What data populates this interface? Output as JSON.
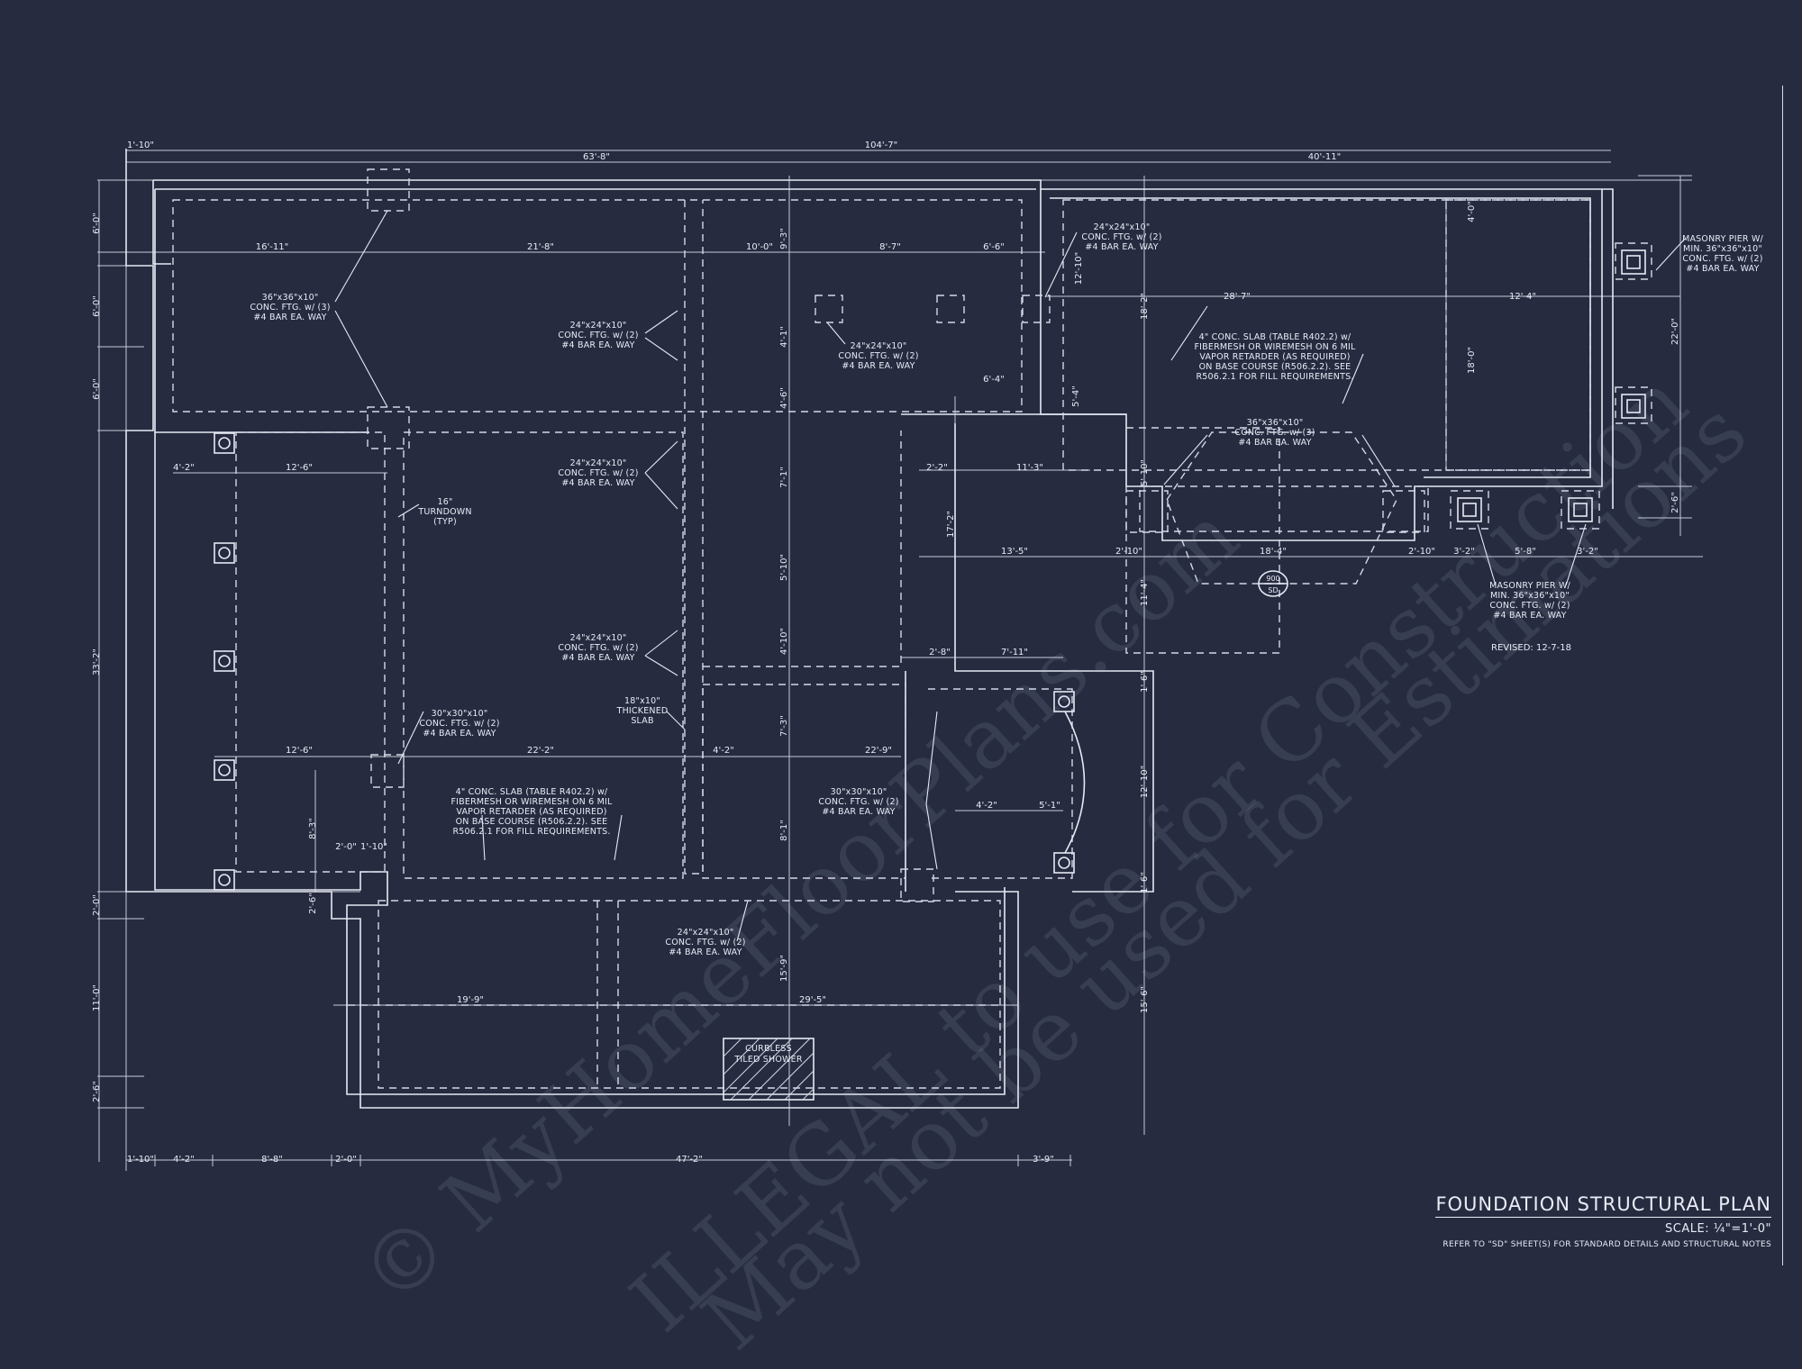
{
  "sheet": {
    "title": "FOUNDATION STRUCTURAL PLAN",
    "scale": "SCALE: ¼\"=1'-0\"",
    "refer_note": "REFER TO \"SD\" SHEET(S) FOR STANDARD DETAILS AND STRUCTURAL NOTES",
    "revised": "REVISED: 12-7-18"
  },
  "watermark": {
    "line1": "© MyHomeFloorPlans.com",
    "line2": "ILLEGAL to use for Construction",
    "line3": "May not be used for Estimations"
  },
  "dims_top": {
    "d1": "1'-10\"",
    "d2": "63'-8\"",
    "d3": "104'-7\"",
    "d4": "40'-11\"",
    "d5": "16'-11\"",
    "d6": "21'-8\"",
    "d7": "10'-0\"",
    "d8": "8'-7\"",
    "d9": "6'-6\"",
    "d10": "28'-7\"",
    "d11": "12'-4\"",
    "d12": "6'-4\""
  },
  "dims_left": {
    "l1": "6'-0\"",
    "l2": "6'-0\"",
    "l3": "6'-0\"",
    "l4": "33'-2\"",
    "l5": "2'-0\"",
    "l6": "11'-0\"",
    "l7": "2'-6\""
  },
  "dims_bottom": {
    "b1": "1'-10\"",
    "b2": "4'-2\"",
    "b3": "8'-8\"",
    "b4": "2'-0\"",
    "b5": "47'-2\"",
    "b6": "3'-9\""
  },
  "dims_interior": {
    "i1": "4'-2\"",
    "i2": "12'-6\"",
    "i3": "12'-6\"",
    "i4": "22'-2\"",
    "i5": "4'-2\"",
    "i6": "22'-9\"",
    "i7": "2'-0\"",
    "i8": "1'-10\"",
    "i9": "8'-3\"",
    "i10": "2'-6\"",
    "i11": "19'-9\"",
    "i12": "29'-5\"",
    "i13": "9'-3\"",
    "i14": "4'-1\"",
    "i15": "4'-6\"",
    "i16": "7'-1\"",
    "i17": "5'-10\"",
    "i18": "4'-10\"",
    "i19": "7'-3\"",
    "i20": "8'-1\"",
    "i21": "15'-9\"",
    "i22": "2'-2\"",
    "i23": "11'-3\"",
    "i24": "13'-5\"",
    "i25": "17'-2\"",
    "i26": "2'-8\"",
    "i27": "7'-11\"",
    "i28": "4'-2\"",
    "i29": "5'-1\"",
    "i30": "12'-10\"",
    "i31": "18'-2\"",
    "i32": "5'-4\"",
    "i33": "5'-10\"",
    "i34": "11'-4\"",
    "i35": "12'-10\"",
    "i36": "15'-6\"",
    "i37": "2'-10\"",
    "i38": "18'-4\"",
    "i39": "2'-10\"",
    "i40": "3'-2\"",
    "i41": "5'-8\"",
    "i42": "3'-2\"",
    "i43": "4'-0\"",
    "i44": "18'-0\"",
    "i45": "22'-0\"",
    "i46": "2'-6\"",
    "i47": "1'-6\"",
    "i48": "1'-6\""
  },
  "notes": {
    "ftg36_l1": "36\"x36\"x10\"",
    "ftg36_l2": "CONC. FTG. w/ (3)",
    "ftg36_l3": "#4 BAR EA. WAY",
    "ftg24a_l1": "24\"x24\"x10\"",
    "ftg24a_l2": "CONC. FTG. w/ (2)",
    "ftg24a_l3": "#4 BAR EA. WAY",
    "ftg24b_l1": "24\"x24\"x10\"",
    "ftg24b_l2": "CONC. FTG. w/ (2)",
    "ftg24b_l3": "#4 BAR EA. WAY",
    "ftg24c_l1": "24\"x24\"x10\"",
    "ftg24c_l2": "CONC. FTG. w/ (2)",
    "ftg24c_l3": "#4 BAR EA. WAY",
    "ftg24d_l1": "24\"x24\"x10\"",
    "ftg24d_l2": "CONC. FTG. w/ (2)",
    "ftg24d_l3": "#4 BAR EA. WAY",
    "ftg24e_l1": "24\"x24\"x10\"",
    "ftg24e_l2": "CONC. FTG. w/ (2)",
    "ftg24e_l3": "#4 BAR EA. WAY",
    "ftg24f_l1": "24\"x24\"x10\"",
    "ftg24f_l2": "CONC. FTG. w/ (2)",
    "ftg24f_l3": "#4 BAR EA. WAY",
    "ftg30a_l1": "30\"x30\"x10\"",
    "ftg30a_l2": "CONC. FTG. w/ (2)",
    "ftg30a_l3": "#4 BAR EA. WAY",
    "ftg30b_l1": "30\"x30\"x10\"",
    "ftg30b_l2": "CONC. FTG. w/ (2)",
    "ftg30b_l3": "#4 BAR EA. WAY",
    "ftg36b_l1": "36\"x36\"x10\"",
    "ftg36b_l2": "CONC. FTG. w/ (3)",
    "ftg36b_l3": "#4 BAR EA. WAY",
    "turndown_l1": "16\"",
    "turndown_l2": "TURNDOWN",
    "turndown_l3": "(TYP)",
    "thick_l1": "18\"x10\"",
    "thick_l2": "THICKENED",
    "thick_l3": "SLAB",
    "slabA_l1": "4\" CONC. SLAB (TABLE R402.2) w/",
    "slabA_l2": "FIBERMESH OR WIREMESH ON 6 MIL",
    "slabA_l3": "VAPOR RETARDER (AS REQUIRED)",
    "slabA_l4": "ON BASE COURSE (R506.2.2). SEE",
    "slabA_l5": "R506.2.1 FOR FILL REQUIREMENTS.",
    "slabB_l1": "4\" CONC. SLAB (TABLE R402.2) w/",
    "slabB_l2": "FIBERMESH OR WIREMESH ON 6 MIL",
    "slabB_l3": "VAPOR RETARDER (AS REQUIRED)",
    "slabB_l4": "ON BASE COURSE (R506.2.2). SEE",
    "slabB_l5": "R506.2.1 FOR FILL REQUIREMENTS.",
    "pierA_l1": "MASONRY PIER W/",
    "pierA_l2": "MIN. 36\"x36\"x10\"",
    "pierA_l3": "CONC. FTG. w/ (2)",
    "pierA_l4": "#4 BAR EA. WAY",
    "pierB_l1": "MASONRY PIER W/",
    "pierB_l2": "MIN. 36\"x36\"x10\"",
    "pierB_l3": "CONC. FTG. w/ (2)",
    "pierB_l4": "#4 BAR EA. WAY",
    "tag_top": "900",
    "tag_bottom": "SD",
    "shower_l1": "CURBLESS",
    "shower_l2": "TILED SHOWER"
  }
}
